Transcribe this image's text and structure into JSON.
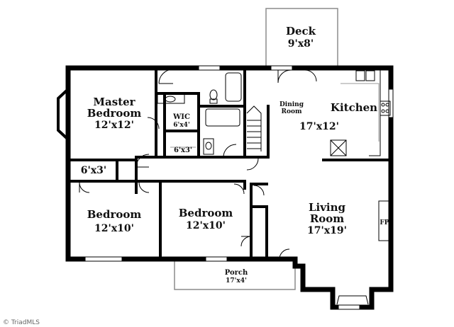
{
  "rooms": {
    "deck": {
      "name": "Deck",
      "dim": "9'x8'"
    },
    "master_bedroom": {
      "name_line1": "Master",
      "name_line2": "Bedroom",
      "dim": "12'x12'"
    },
    "wic": {
      "name": "WIC",
      "dim": "6'x4'"
    },
    "closet_6x3_a": {
      "dim": "6'x3'"
    },
    "closet_6x3_b": {
      "dim": "6'x3'"
    },
    "dining_room": {
      "name_line1": "Dining",
      "name_line2": "Room"
    },
    "kitchen": {
      "name": "Kitchen",
      "dim": "17'x12'"
    },
    "bedroom_2": {
      "name": "Bedroom",
      "dim": "12'x10'"
    },
    "bedroom_3": {
      "name": "Bedroom",
      "dim": "12'x10'"
    },
    "living_room": {
      "name_line1": "Living",
      "name_line2": "Room",
      "dim": "17'x19'"
    },
    "fireplace": {
      "label": "FP"
    },
    "porch": {
      "name": "Porch",
      "dim": "17'x4'"
    }
  },
  "watermark": "© TriadMLS"
}
